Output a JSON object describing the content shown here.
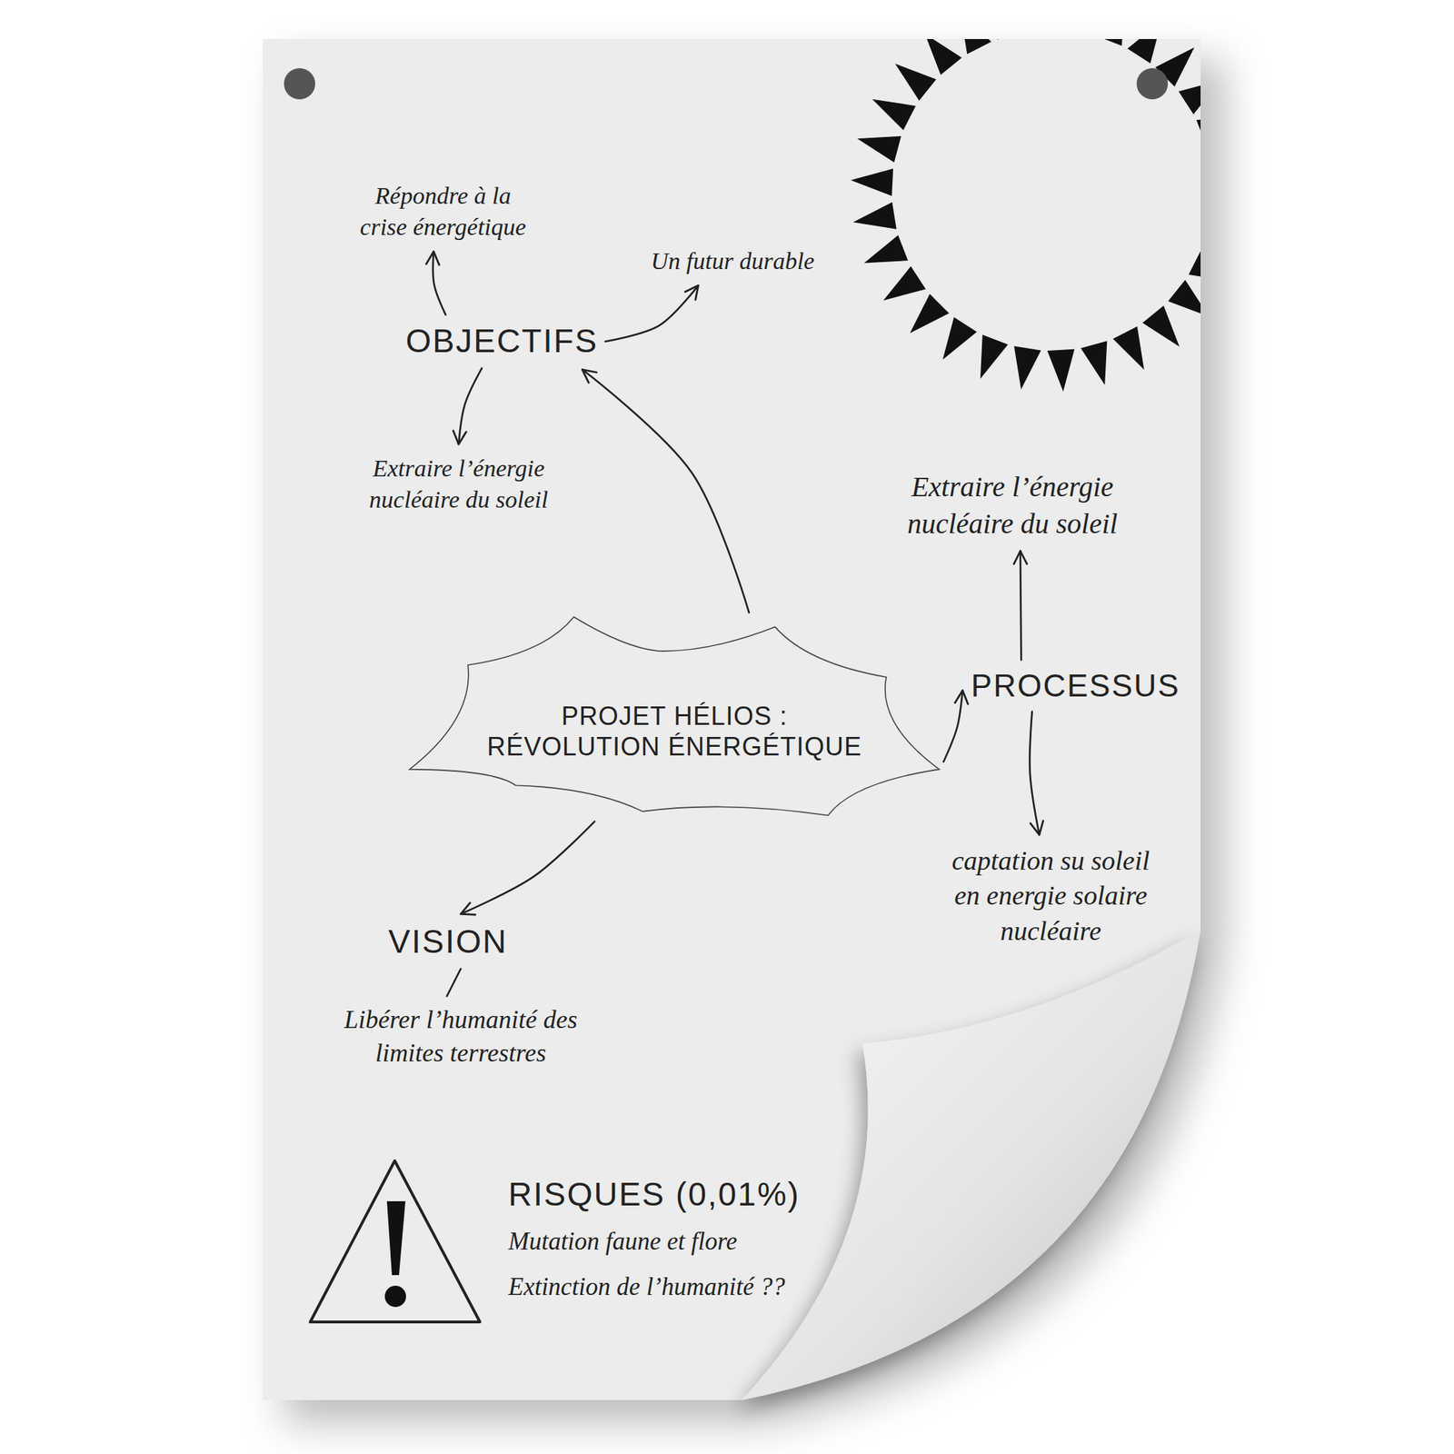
{
  "diagram": {
    "nodes": [
      {
        "text": [
          "Répondre à la crise énergétique"
        ]
      },
      {
        "text": [
          "Un futur durable"
        ]
      },
      {
        "text": [
          "OBJECTIFS"
        ]
      },
      {
        "text": [
          "Extraire l’énergie nucléaire du soleil"
        ]
      },
      {
        "text": [
          "Extraire l’énergie nucléaire du soleil"
        ]
      },
      {
        "text": [
          "PROJET HÉLIOS : RÉVOLUTION ÉNERGÉTIQUE"
        ]
      },
      {
        "text": [
          "PROCESSUS"
        ]
      },
      {
        "text": [
          "captation su soleil en energie solaire nucléaire"
        ]
      },
      {
        "text": [
          "VISION"
        ]
      },
      {
        "text": [
          "Libérer l’humanité des limites terrestres"
        ]
      }
    ],
    "edges": [
      {
        "from": 2,
        "to": 0,
        "arrow": "to"
      },
      {
        "from": 2,
        "to": 1,
        "arrow": "to"
      },
      {
        "from": 2,
        "to": 3,
        "arrow": "to"
      },
      {
        "from": 5,
        "to": 2,
        "arrow": "to"
      },
      {
        "from": 5,
        "to": 6,
        "arrow": "to"
      },
      {
        "from": 6,
        "to": 4,
        "arrow": "to"
      },
      {
        "from": 6,
        "to": 7,
        "arrow": "to"
      },
      {
        "from": 5,
        "to": 8,
        "arrow": "to"
      },
      {
        "from": 8,
        "to": 9,
        "arrow": "none"
      }
    ],
    "labels": [
      "RISQUES (0,01%)",
      "Mutation faune et flore",
      "Extinction de l’humanité ??"
    ]
  }
}
